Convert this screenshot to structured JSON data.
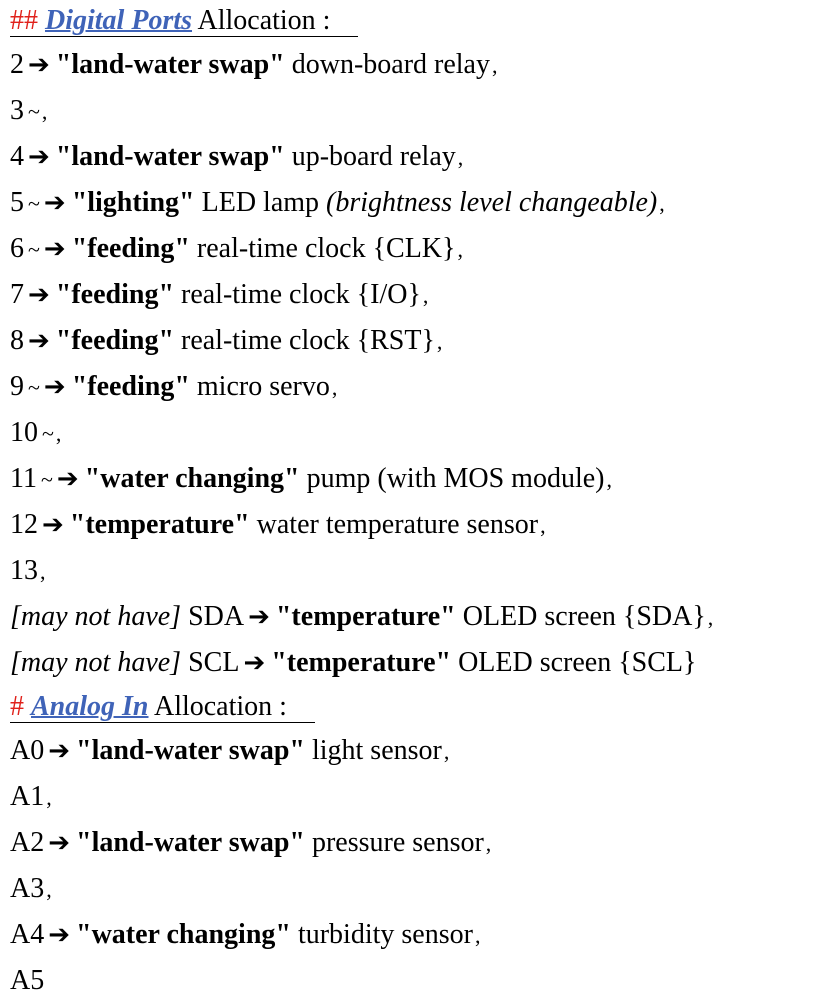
{
  "digital_heading": {
    "hash": "##",
    "title": "Digital Ports",
    "rest": "Allocation :"
  },
  "digital_lines": [
    {
      "pin": "2",
      "tilde": "",
      "arrow": "➔",
      "label": "\"land-water swap\"",
      "desc": "down-board relay",
      "italic": "",
      "end": ","
    },
    {
      "pin": "3",
      "tilde": "~",
      "arrow": "",
      "label": "",
      "desc": "",
      "italic": "",
      "end": ","
    },
    {
      "pin": "4",
      "tilde": "",
      "arrow": "➔",
      "label": "\"land-water swap\"",
      "desc": "up-board relay",
      "italic": "",
      "end": ","
    },
    {
      "pin": "5",
      "tilde": "~",
      "arrow": "➔",
      "label": "\"lighting\"",
      "desc": "LED lamp",
      "italic": "(brightness level changeable)",
      "end": ","
    },
    {
      "pin": "6",
      "tilde": "~",
      "arrow": "➔",
      "label": "\"feeding\"",
      "desc": "real-time clock {CLK}",
      "italic": "",
      "end": ","
    },
    {
      "pin": "7",
      "tilde": "",
      "arrow": "➔",
      "label": "\"feeding\"",
      "desc": "real-time clock {I/O}",
      "italic": "",
      "end": ","
    },
    {
      "pin": "8",
      "tilde": "",
      "arrow": "➔",
      "label": "\"feeding\"",
      "desc": "real-time clock {RST}",
      "italic": "",
      "end": ","
    },
    {
      "pin": "9",
      "tilde": "~",
      "arrow": "➔",
      "label": "\"feeding\"",
      "desc": "micro servo",
      "italic": "",
      "end": ","
    },
    {
      "pin": "10",
      "tilde": "~",
      "arrow": "",
      "label": "",
      "desc": "",
      "italic": "",
      "end": ","
    },
    {
      "pin": "11",
      "tilde": "~",
      "arrow": "➔",
      "label": "\"water changing\"",
      "desc": "pump (with MOS module)",
      "italic": "",
      "end": ","
    },
    {
      "pin": "12",
      "tilde": "",
      "arrow": "➔",
      "label": "\"temperature\"",
      "desc": "water temperature sensor",
      "italic": "",
      "end": ","
    },
    {
      "pin": "13",
      "tilde": "",
      "arrow": "",
      "label": "",
      "desc": "",
      "italic": "",
      "end": ","
    }
  ],
  "optional_lines": [
    {
      "prefix": "[may not have]",
      "pin": "SDA",
      "arrow": "➔",
      "label": "\"temperature\"",
      "desc": "OLED screen {SDA}",
      "end": ","
    },
    {
      "prefix": "[may not have]",
      "pin": "SCL",
      "arrow": "➔",
      "label": "\"temperature\"",
      "desc": "OLED screen {SCL}",
      "end": ""
    }
  ],
  "analog_heading": {
    "hash": "#",
    "title": "Analog In",
    "rest": "Allocation :"
  },
  "analog_lines": [
    {
      "pin": "A0",
      "arrow": "➔",
      "label": "\"land-water swap\"",
      "desc": "light sensor",
      "end": ","
    },
    {
      "pin": "A1",
      "arrow": "",
      "label": "",
      "desc": "",
      "end": ","
    },
    {
      "pin": "A2",
      "arrow": "➔",
      "label": "\"land-water swap\"",
      "desc": "pressure sensor",
      "end": ","
    },
    {
      "pin": "A3",
      "arrow": "",
      "label": "",
      "desc": "",
      "end": ","
    },
    {
      "pin": "A4",
      "arrow": "➔",
      "label": "\"water changing\"",
      "desc": "turbidity sensor",
      "end": ","
    },
    {
      "pin": "A5",
      "arrow": "",
      "label": "",
      "desc": "",
      "end": ""
    }
  ],
  "colors": {
    "hash": "#e0211b",
    "link": "#3f63b8",
    "text": "#000000"
  }
}
